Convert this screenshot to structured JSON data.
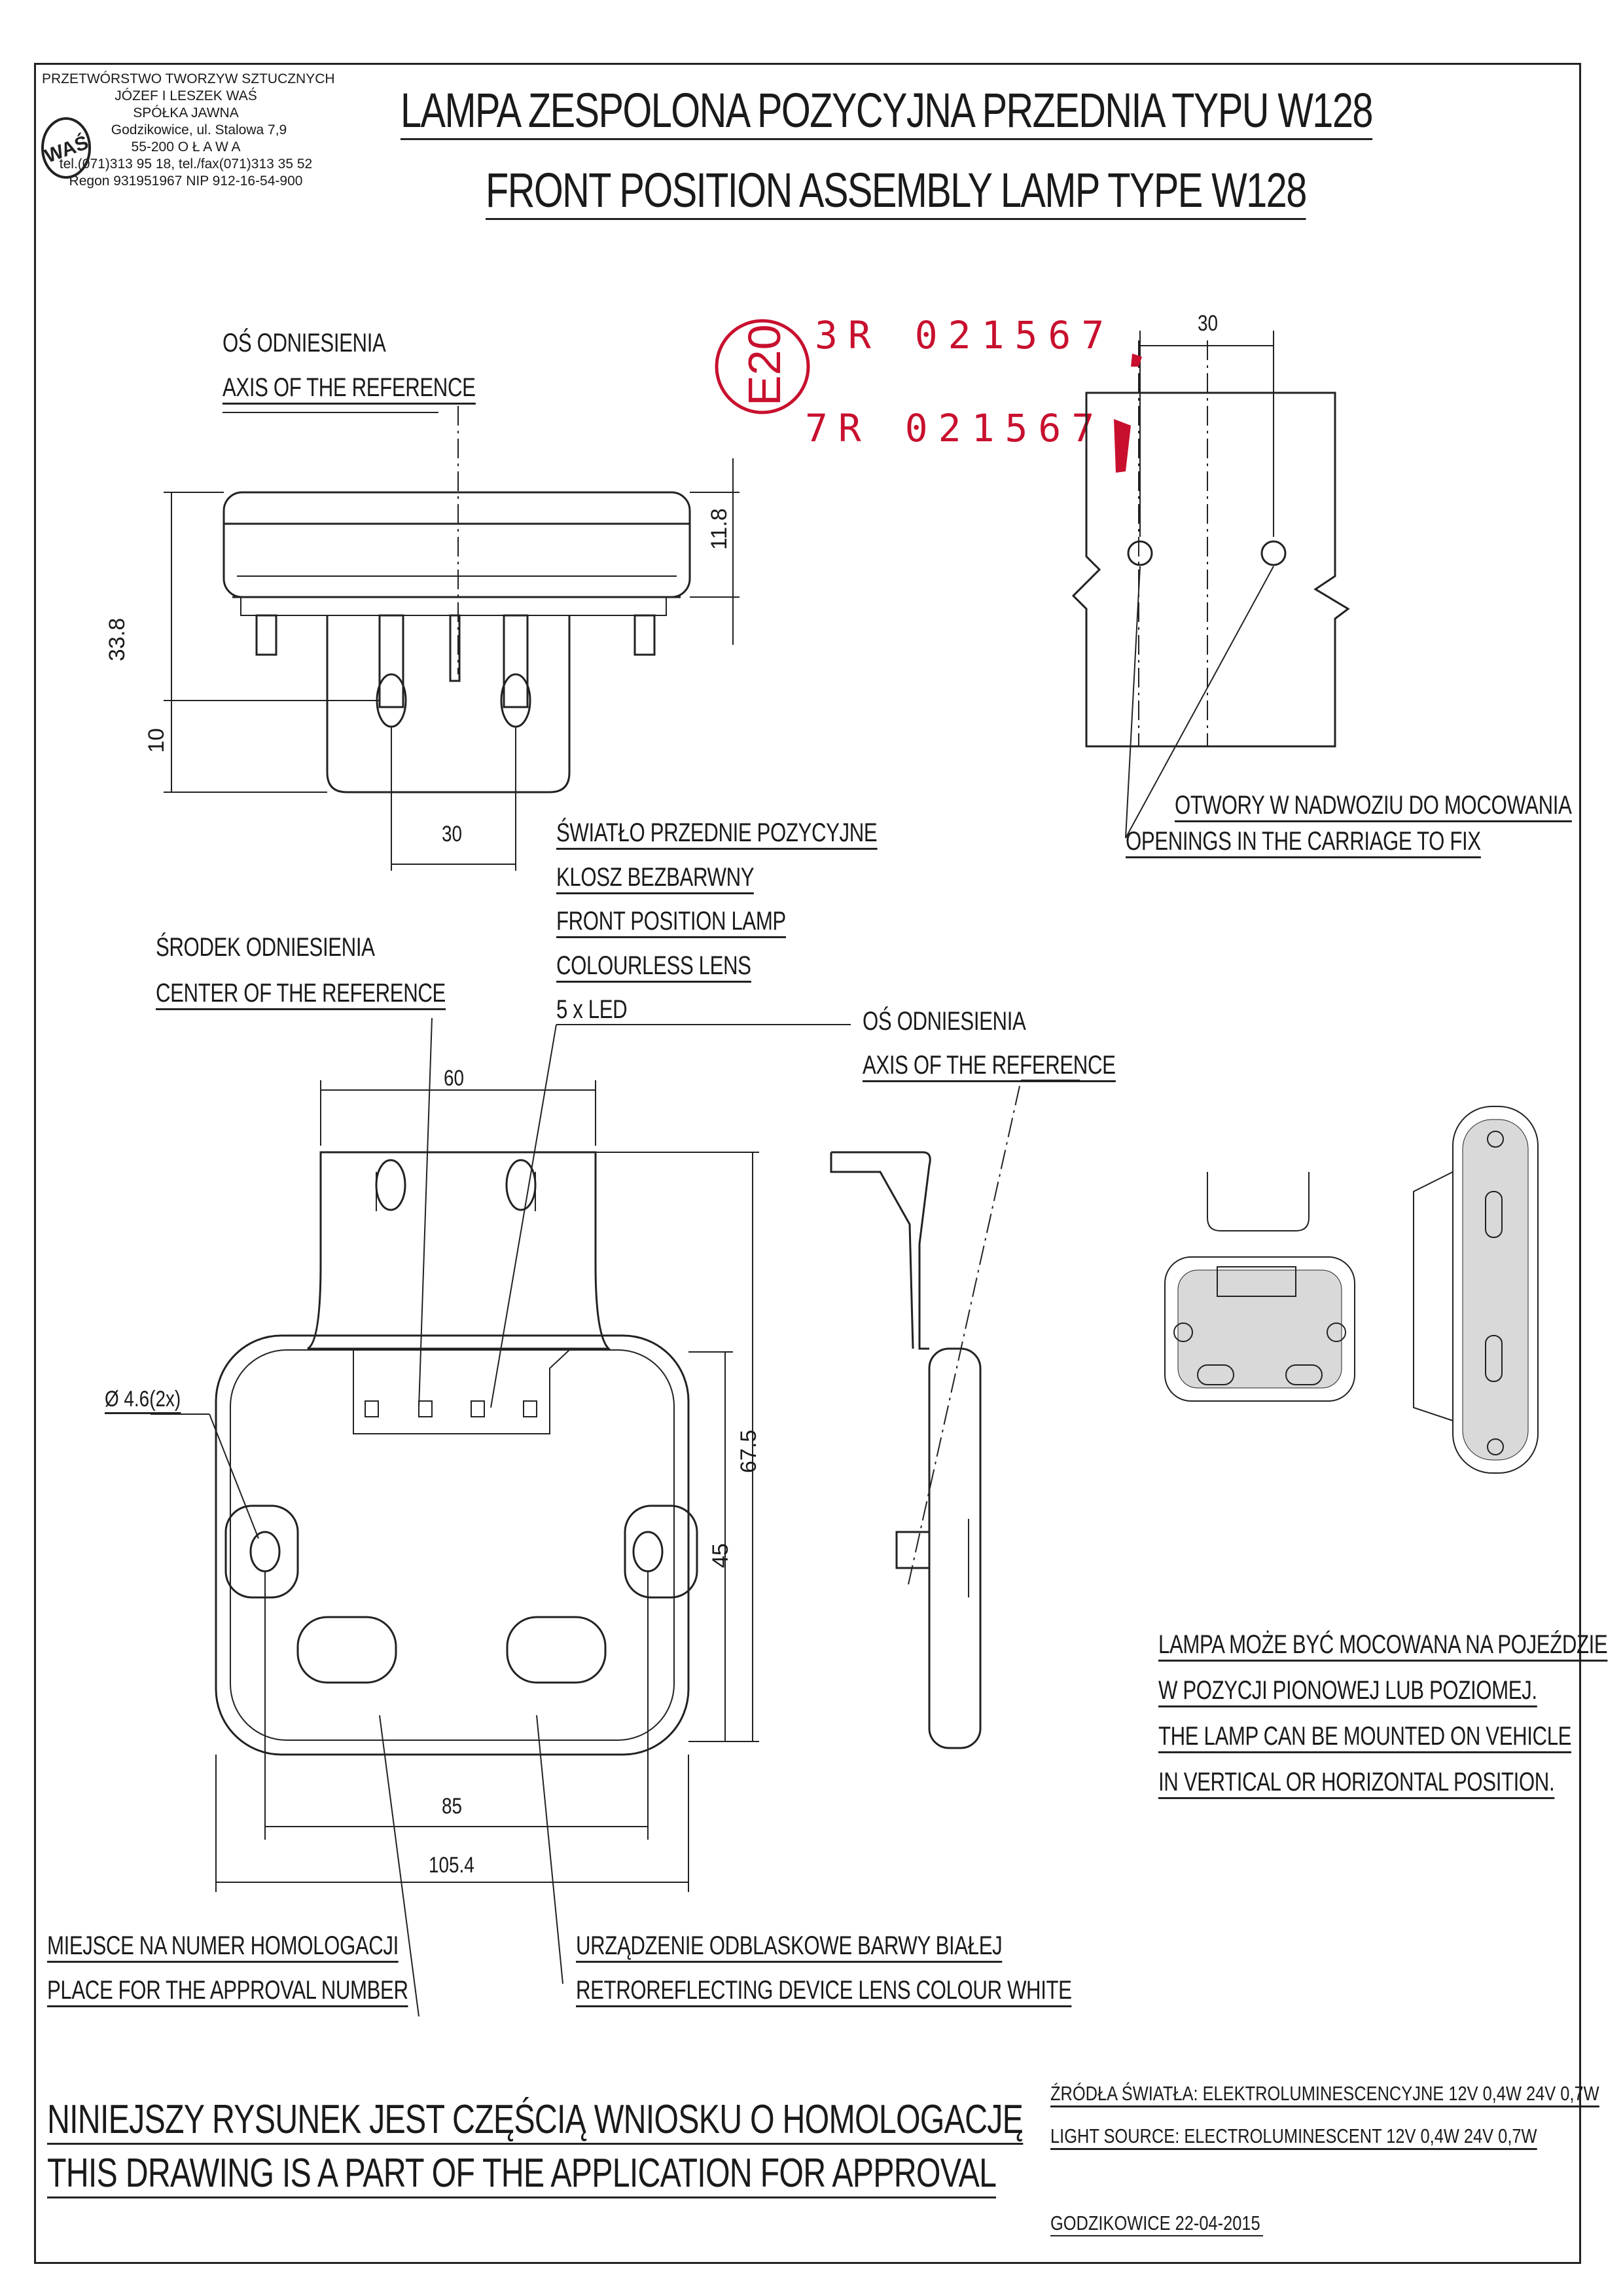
{
  "company": {
    "line1": "PRZETWÓRSTWO TWORZYW SZTUCZNYCH",
    "line2": "JÓZEF I LESZEK WAŚ",
    "line3": "SPÓŁKA JAWNA",
    "line4": "Godzikowice, ul. Stalowa 7,9",
    "line5": "55-200  O Ł A W A",
    "line6": "tel.(071)313 95 18, tel./fax(071)313 35 52",
    "line7": "Regon 931951967 NIP 912-16-54-900",
    "logo_text": "WAŚ"
  },
  "title": {
    "pl": "LAMPA ZESPOLONA POZYCYJNA PRZEDNIA TYPU W128",
    "en": "FRONT POSITION ASSEMBLY LAMP TYPE W128"
  },
  "approval": {
    "mark": "E20",
    "code1": "3R  021567",
    "code2": "7R  021567"
  },
  "labels": {
    "axis_pl": "OŚ ODNIESIENIA",
    "axis_en": "AXIS OF THE REFERENCE",
    "front_pl": "ŚWIATŁO PRZEDNIE POZYCYJNE",
    "lens_pl": "KLOSZ BEZBARWNY",
    "front_en": "FRONT POSITION LAMP",
    "lens_en": "COLOURLESS LENS",
    "led": "5 x LED",
    "center_pl": "ŚRODEK ODNIESIENIA",
    "center_en": "CENTER OF THE REFERENCE",
    "axis2_pl": "OŚ ODNIESIENIA",
    "axis2_en": "AXIS OF THE REFERENCE",
    "openings_pl": "OTWORY W NADWOZIU DO MOCOWANIA",
    "openings_en": "OPENINGS IN THE CARRIAGE TO FIX",
    "place_pl": "MIEJSCE NA NUMER HOMOLOGACJI",
    "place_en": "PLACE FOR THE APPROVAL NUMBER",
    "retro_pl": "URZĄDZENIE ODBLASKOWE BARWY BIAŁEJ",
    "retro_en": "RETROREFLECTING DEVICE LENS COLOUR WHITE",
    "mount1": "LAMPA MOŻE BYĆ MOCOWANA NA POJEŹDZIE",
    "mount2": "W POZYCJI PIONOWEJ LUB POZIOMEJ.",
    "mount3": "THE LAMP CAN BE MOUNTED ON VEHICLE",
    "mount4": "IN VERTICAL OR HORIZONTAL POSITION."
  },
  "dimensions": {
    "d30_top": "30",
    "d11_8": "11.8",
    "d33_8": "33.8",
    "d10": "10",
    "d30_side": "30",
    "d60": "60",
    "d_hole": "Ø 4.6(2x)",
    "d67_5": "67.5",
    "d45": "45",
    "d85": "85",
    "d105_4": "105.4"
  },
  "footer": {
    "note_pl": "NINIEJSZY RYSUNEK JEST CZĘŚCIĄ WNIOSKU O  HOMOLOGACJĘ",
    "note_en": "THIS DRAWING IS A PART OF THE APPLICATION FOR  APPROVAL",
    "source_pl": "ŹRÓDŁA ŚWIATŁA: ELEKTROLUMINESCENCYJNE  12V 0,4W  24V  0,7W",
    "source_en": "LIGHT SOURCE: ELECTROLUMINESCENT  12V 0,4W  24V  0,7W",
    "place_date": "GODZIKOWICE   22-04-2015"
  },
  "colors": {
    "stamp": "#c8102e",
    "ink": "#1a1a1a"
  }
}
